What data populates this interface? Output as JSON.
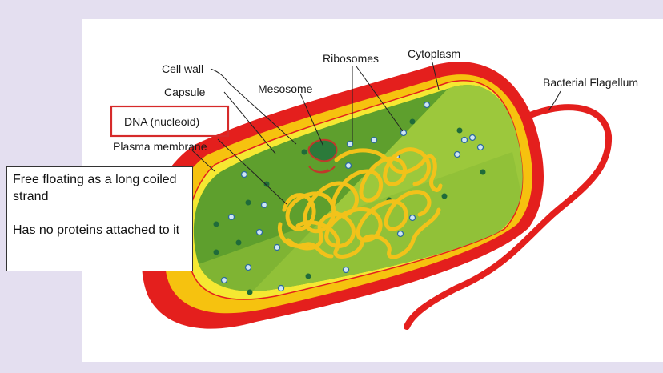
{
  "labels": {
    "cell_wall": "Cell wall",
    "capsule": "Capsule",
    "dna": "DNA (nucleoid)",
    "plasma_membrane": "Plasma membrane",
    "mesosome": "Mesosome",
    "ribosomes": "Ribosomes",
    "cytoplasm": "Cytoplasm",
    "flagellum": "Bacterial Flagellum"
  },
  "note": {
    "line1": "Free floating as a long coiled strand",
    "line2": "Has no proteins attached to it"
  },
  "colors": {
    "capsule": "#e41f1d",
    "cell_wall": "#f6c20f",
    "membrane_edge": "#f5e832",
    "cytoplasm": "#5e9f2d",
    "cytoplasm_light": "#9cc83c",
    "dna": "#f2c21a",
    "highlight_box": "#d62a2a",
    "mesosome": "#c0392b"
  }
}
